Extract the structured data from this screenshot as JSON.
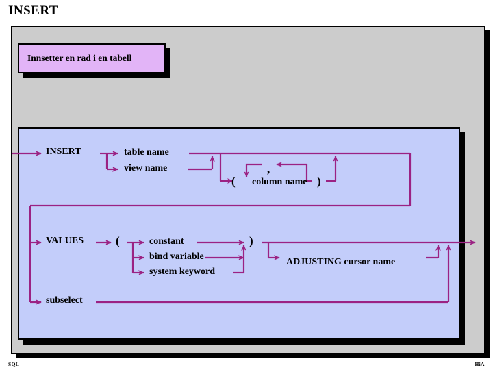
{
  "slide": {
    "title": "INSERT",
    "caption": "Innsetter en rad i en tabell"
  },
  "colors": {
    "page_background": "#ffffff",
    "frame_background": "#cccccc",
    "caption_fill": "#e2b4f7",
    "diagram_fill": "#c3cdfa",
    "line_color": "#9b2283",
    "border_color": "#000000",
    "shadow_color": "#000000",
    "text_color": "#000000"
  },
  "diagram": {
    "type": "railroad-syntax-diagram",
    "terms": {
      "insert": "INSERT",
      "table_name": "table name",
      "view_name": "view name",
      "column_name": "column name",
      "values": "VALUES",
      "constant": "constant",
      "bind_variable": "bind variable",
      "system_keyword": "system keyword",
      "adjusting": "ADJUSTING cursor name",
      "subselect": "subselect"
    },
    "punctuation": {
      "paren_open": "(",
      "paren_close": ")",
      "comma": ","
    },
    "branches": [
      {
        "name": "target-object",
        "alternatives": [
          "table name",
          "view name"
        ]
      },
      {
        "name": "column-list",
        "optional": true,
        "repeatable": true,
        "separator": ",",
        "wrapped_in": "( )"
      },
      {
        "name": "value-source",
        "alternatives": [
          "VALUES ( constant | bind variable | system keyword )",
          "subselect"
        ]
      },
      {
        "name": "adjusting-clause",
        "optional": true,
        "content": "ADJUSTING cursor name"
      }
    ]
  },
  "footer": {
    "left": "SQL",
    "right": "HiA"
  }
}
